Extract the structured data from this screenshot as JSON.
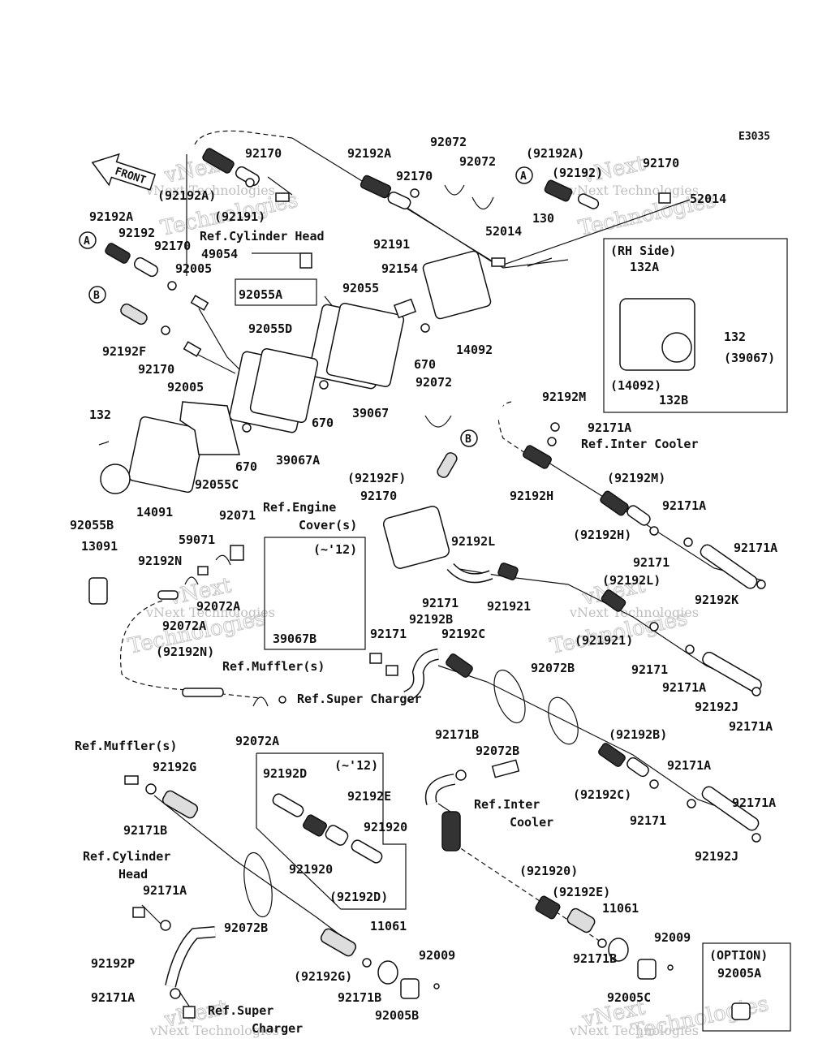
{
  "diagram_code": "E3035",
  "front_label": "FRONT",
  "watermark": {
    "line1": "vNext",
    "line2": "Technologies",
    "inline": "vNext Technologies"
  },
  "rh_side": {
    "title": "(RH Side)",
    "labels": [
      "132A",
      "132",
      "(39067)",
      "(14092)",
      "132B"
    ]
  },
  "boxes": {
    "box_12a": "(~'12)",
    "box_12b": "(~'12)",
    "option_title": "(OPTION)",
    "option_part": "92005A"
  },
  "labels": [
    "92170",
    "92192A",
    "92072",
    "92072",
    "92170",
    "(92192A)",
    "92170",
    "(92192)",
    "52014",
    "(92192A)",
    "(92191)",
    "92192A",
    "92192",
    "92170",
    "Ref.Cylinder Head",
    "92191",
    "52014",
    "130",
    "49054",
    "92005",
    "92055A",
    "92055",
    "92154",
    "92192F",
    "92055D",
    "92170",
    "92005",
    "670",
    "14092",
    "39067",
    "670",
    "92072",
    "132",
    "670",
    "39067A",
    "92192M",
    "92171A",
    "Ref.Inter Cooler",
    "92055C",
    "92055B",
    "14091",
    "(92192F)",
    "92170",
    "92192H",
    "Ref.Engine",
    "Cover(s)",
    "(92192M)",
    "92071",
    "92171A",
    "59071",
    "13091",
    "92192N",
    "(92192H)",
    "92171A",
    "92171",
    "92192L",
    "92072A",
    "92072A",
    "92171",
    "921921",
    "(92192L)",
    "92192K",
    "39067B",
    "92192B",
    "92192C",
    "(92192N)",
    "92171",
    "(921921)",
    "Ref.Muffler(s)",
    "92072B",
    "92171",
    "Ref.Super Charger",
    "92171A",
    "92192J",
    "92171A",
    "92072A",
    "92171B",
    "92072B",
    "(92192B)",
    "Ref.Muffler(s)",
    "92192G",
    "92192D",
    "92192E",
    "92171A",
    "(92192C)",
    "92171A",
    "Ref.Inter",
    "Cooler",
    "921920",
    "92171B",
    "92171",
    "92192J",
    "921920",
    "(92192D)",
    "Ref.Cylinder",
    "Head",
    "92171A",
    "(921920)",
    "(92192E)",
    "11061",
    "92072B",
    "11061",
    "92009",
    "92192P",
    "(92192G)",
    "92009",
    "92171B",
    "92005C",
    "92171B",
    "92171A",
    "92005B",
    "Ref.Super",
    "Charger"
  ],
  "callouts": [
    "A",
    "A",
    "B",
    "B"
  ]
}
